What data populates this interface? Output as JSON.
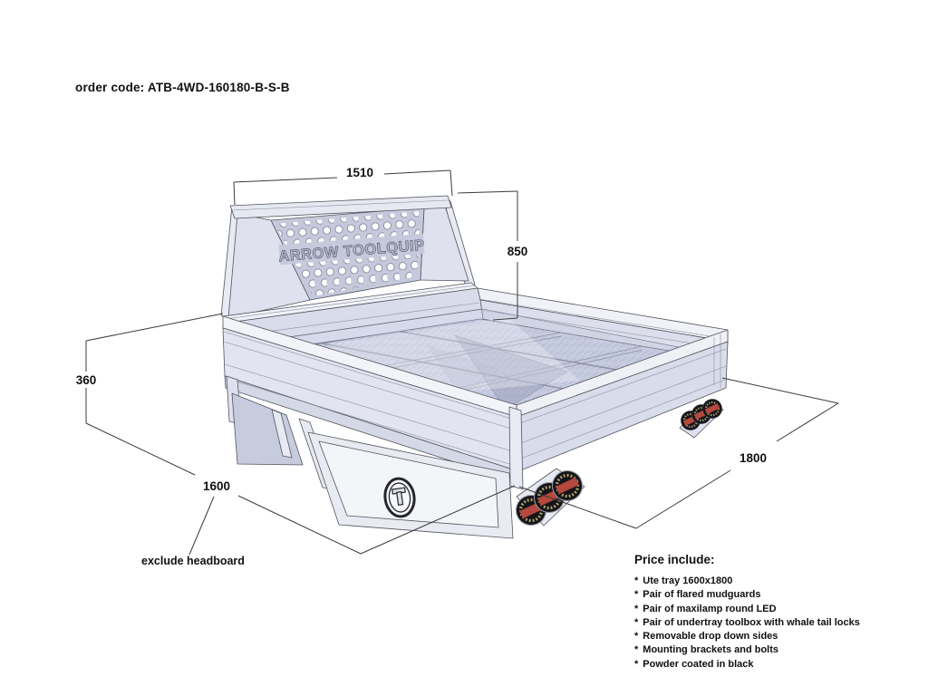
{
  "order_code": {
    "label": "order code: ATB-4WD-160180-B-S-B"
  },
  "dimensions": {
    "headboard_width": "1510",
    "headboard_height": "850",
    "side_height": "360",
    "tray_length": "1600",
    "tray_width": "1800"
  },
  "annotations": {
    "exclude_headboard": "exclude headboard"
  },
  "drawing": {
    "brand_text": "ARROW TOOLQUIP"
  },
  "price": {
    "heading": "Price include:",
    "bullet": "*",
    "items": [
      "Ute tray 1600x1800",
      "Pair of flared mudguards",
      "Pair of maxilamp round LED",
      "Pair of undertray toolbox with whale tail locks",
      "Removable drop down sides",
      "Mounting brackets and bolts",
      "Powder coated in black"
    ]
  },
  "colors": {
    "line": "#3b3b40",
    "panel": "#c6c8db",
    "wall": "#dfe2ee",
    "led_red": "#b5493f",
    "background": "#ffffff"
  }
}
